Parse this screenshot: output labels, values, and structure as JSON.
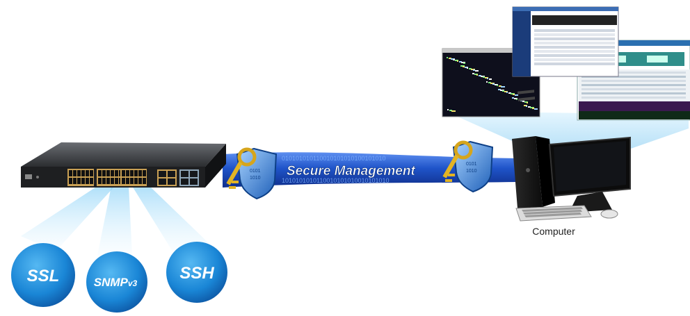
{
  "banner": {
    "label": "Secure Management"
  },
  "protocols": [
    {
      "id": "ssl",
      "label": "SSL"
    },
    {
      "id": "snmpv3",
      "label": "SNMP",
      "suffix": "v3"
    },
    {
      "id": "ssh",
      "label": "SSH"
    }
  ],
  "computer": {
    "label": "Computer"
  },
  "colors": {
    "banner_blue": "#1f54c9",
    "bubble_blue": "#1a86d6",
    "port_amber": "#c9a054",
    "screen_glow": "#c7ecff"
  }
}
